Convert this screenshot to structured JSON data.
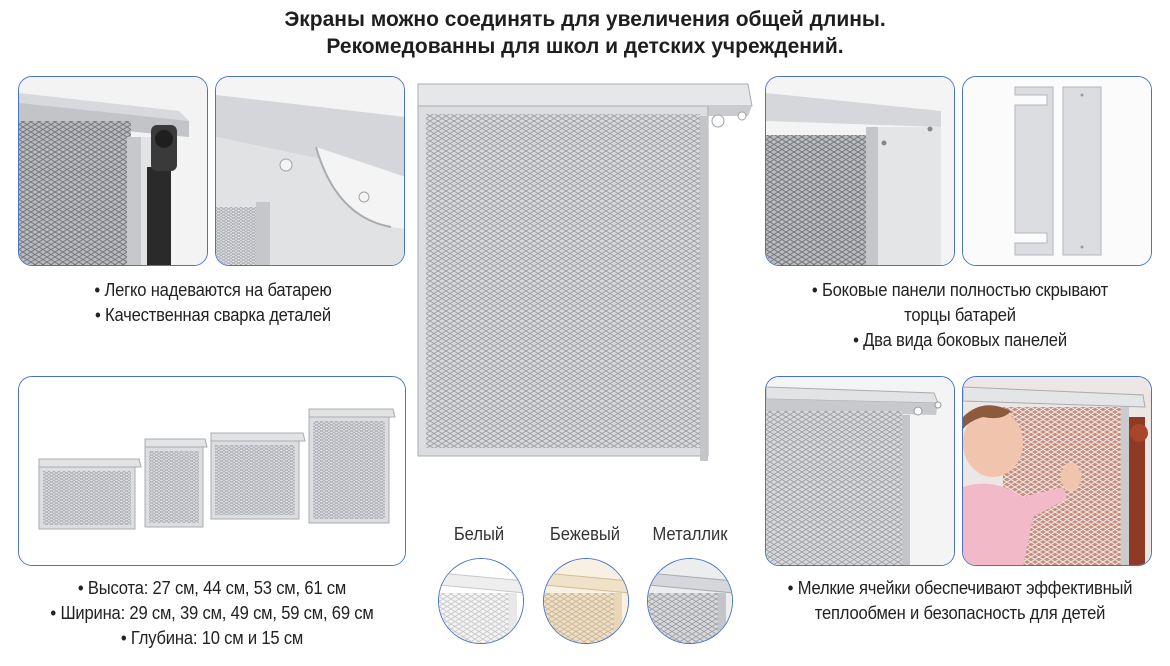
{
  "title": {
    "line1": "Экраны можно соединять для увеличения общей длины.",
    "line2": "Рекомедованны для школ и детских учреждений."
  },
  "left_features": [
    "• Легко надеваются на батарею",
    "• Качественная сварка деталей"
  ],
  "right_features": [
    "• Боковые панели полностью скрывают",
    "торцы батарей",
    "• Два вида боковых панелей"
  ],
  "sizes": [
    "• Высота: 27 см, 44 см, 53 см, 61 см",
    "• Ширина: 29 см, 39 см, 49 см, 59 см, 69 см",
    "• Глубина: 10 см и 15 см"
  ],
  "colors": {
    "white_label": "Белый",
    "beige_label": "Бежевый",
    "metallic_label": "Металлик",
    "white_hex": "#f2f2f2",
    "beige_hex": "#eedcc0",
    "metallic_hex": "#cfd2d6"
  },
  "bottom_right_features": [
    "• Мелкие ячейки обеспечивают эффективный",
    "теплообмен и безопасность для детей"
  ],
  "accent": "#4a73c8"
}
